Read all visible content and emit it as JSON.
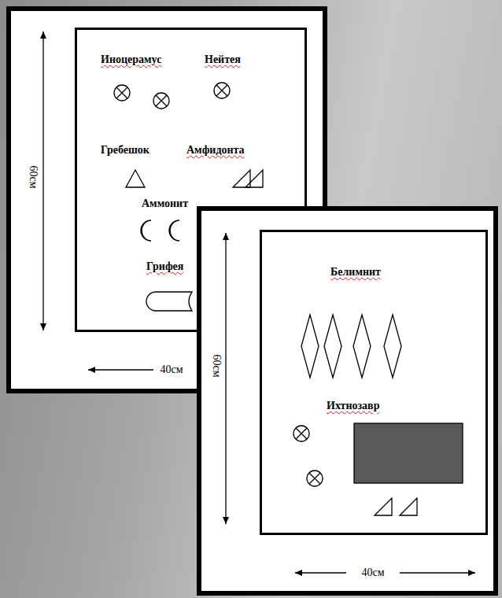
{
  "diagram": {
    "nodes": [
      {
        "text": [
          "Иноцерамус",
          "Нейтея",
          "Гребешок",
          "Амфидонта",
          "Аммонит",
          "Грифея"
        ]
      },
      {
        "text": [
          "Белимнит",
          "Ихтнозавр"
        ]
      }
    ],
    "labels": [
      "60см",
      "40см",
      "60см",
      "40см"
    ]
  }
}
